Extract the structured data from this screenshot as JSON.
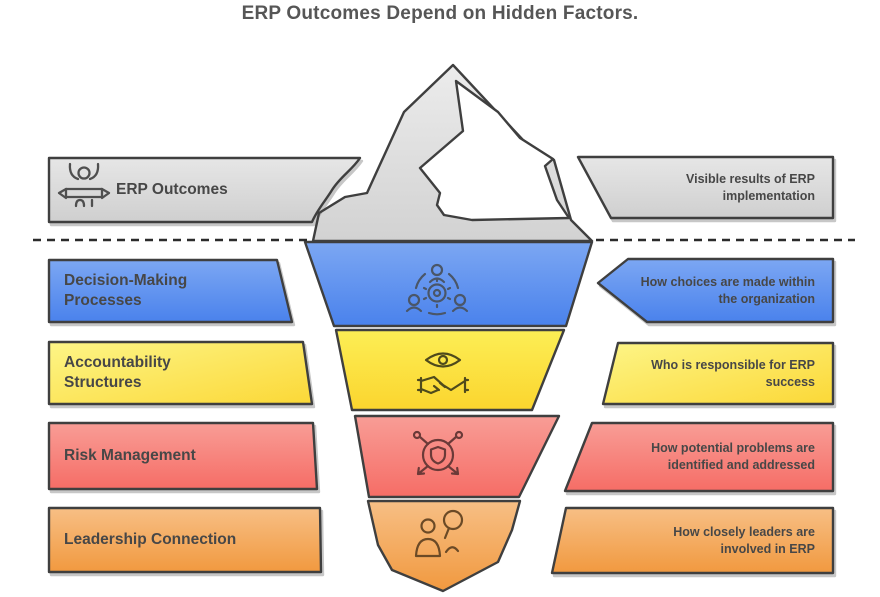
{
  "title": "ERP Outcomes Depend on Hidden Factors.",
  "palette": {
    "gray": "#d6d6d6",
    "blue": "#5b8ded",
    "yellow": "#fbdf3c",
    "red": "#f7837b",
    "orange": "#f4a75f",
    "outline": "#3f3f3f",
    "text": "#474747"
  },
  "waterline": {
    "style": "dashed",
    "color": "#2b2b2b"
  },
  "rows": [
    {
      "id": "erp-outcomes",
      "zone": "above-water",
      "color": "gray",
      "icon": "celebration-achievement-icon",
      "label": "ERP Outcomes",
      "description": "Visible results of ERP implementation"
    },
    {
      "id": "decision-making",
      "zone": "below-water",
      "color": "blue",
      "icon": "people-gear-collaboration-icon",
      "label": "Decision-Making Processes",
      "description": "How choices are made within the organization"
    },
    {
      "id": "accountability",
      "zone": "below-water",
      "color": "yellow",
      "icon": "eye-handshake-icon",
      "label": "Accountability Structures",
      "description": "Who is responsible for ERP success"
    },
    {
      "id": "risk-management",
      "zone": "below-water",
      "color": "red",
      "icon": "shield-arrows-icon",
      "label": "Risk Management",
      "description": "How potential problems are identified and addressed"
    },
    {
      "id": "leadership",
      "zone": "below-water",
      "color": "orange",
      "icon": "person-magnifier-icon",
      "label": "Leadership Connection",
      "description": "How closely leaders are involved in ERP"
    }
  ]
}
